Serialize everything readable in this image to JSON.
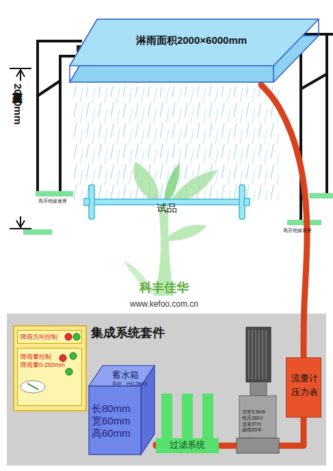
{
  "diagram": {
    "nodes": [
      {
        "text": [
          "淋雨面积2000×6000mm"
        ]
      },
      {
        "text": [
          "试品"
        ]
      },
      {
        "text": [
          "集成系统套件"
        ]
      },
      {
        "text": [
          "降雨方向控制"
        ],
        "in": 2
      },
      {
        "text": [
          "降雨量控制 降雨量0-250mm"
        ],
        "in": 2
      },
      {
        "text": [
          "蓄水箱",
          "容积：约0.28m3",
          "长80mm 宽60mm 高60mm"
        ],
        "in": 2
      },
      {
        "text": [
          "过滤系统"
        ],
        "in": 2
      },
      {
        "text": [
          "功率5.5kW 电压380V 流量8T/h 扬程65米"
        ],
        "in": 2
      },
      {
        "text": [
          "流量计 压力表"
        ],
        "in": 2
      }
    ],
    "edges": [
      {
        "from": 5,
        "to": 6,
        "arrow": "none"
      },
      {
        "from": 6,
        "to": 7,
        "arrow": "none"
      },
      {
        "from": 7,
        "to": 8,
        "arrow": "none"
      },
      {
        "from": 8,
        "to": 0,
        "arrow": "none"
      }
    ],
    "labels": [
      "支架高度2000mm",
      "高压绝缘底座",
      "高压绝缘底座",
      "科丰佳华",
      "www.kefoo.com.cn"
    ]
  }
}
